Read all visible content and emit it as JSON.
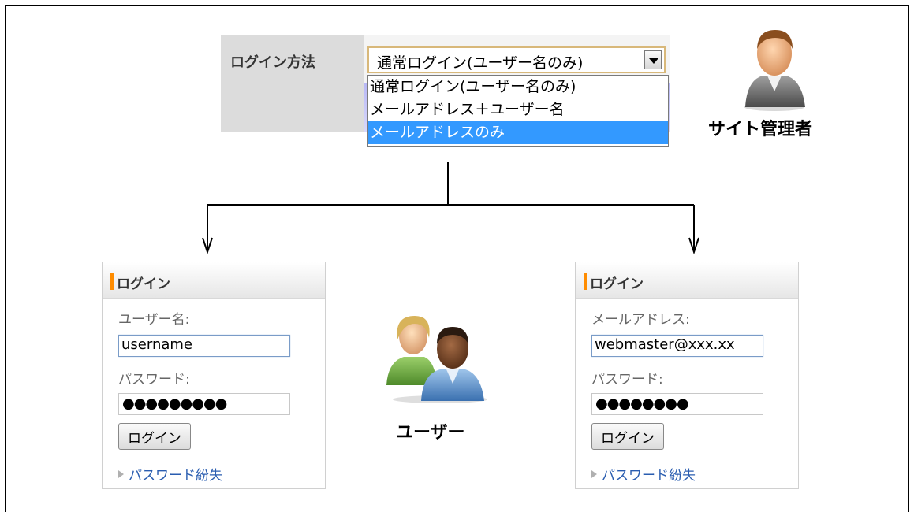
{
  "settings": {
    "label": "ログイン方法",
    "selected_value": "通常ログイン(ユーザー名のみ)",
    "options": [
      "通常ログイン(ユーザー名のみ)",
      "メールアドレス＋ユーザー名",
      "メールアドレスのみ"
    ],
    "highlighted_option_index": 2
  },
  "admin": {
    "label": "サイト管理者",
    "icon": "admin-person-icon"
  },
  "users": {
    "label": "ユーザー",
    "icon": "users-group-icon"
  },
  "login_left": {
    "title": "ログイン",
    "field1_label": "ユーザー名:",
    "field1_value": "username",
    "password_label": "パスワード:",
    "password_value": "●●●●●●●●●",
    "button_label": "ログイン",
    "lost_link": "パスワード紛失"
  },
  "login_right": {
    "title": "ログイン",
    "field1_label": "メールアドレス:",
    "field1_value": "webmaster@xxx.xx",
    "password_label": "パスワード:",
    "password_value": "●●●●●●●●",
    "button_label": "ログイン",
    "lost_link": "パスワード紛失"
  },
  "colors": {
    "accent_orange": "#ff8c00",
    "selection_blue": "#3399ff",
    "link_blue": "#2a5db0"
  }
}
